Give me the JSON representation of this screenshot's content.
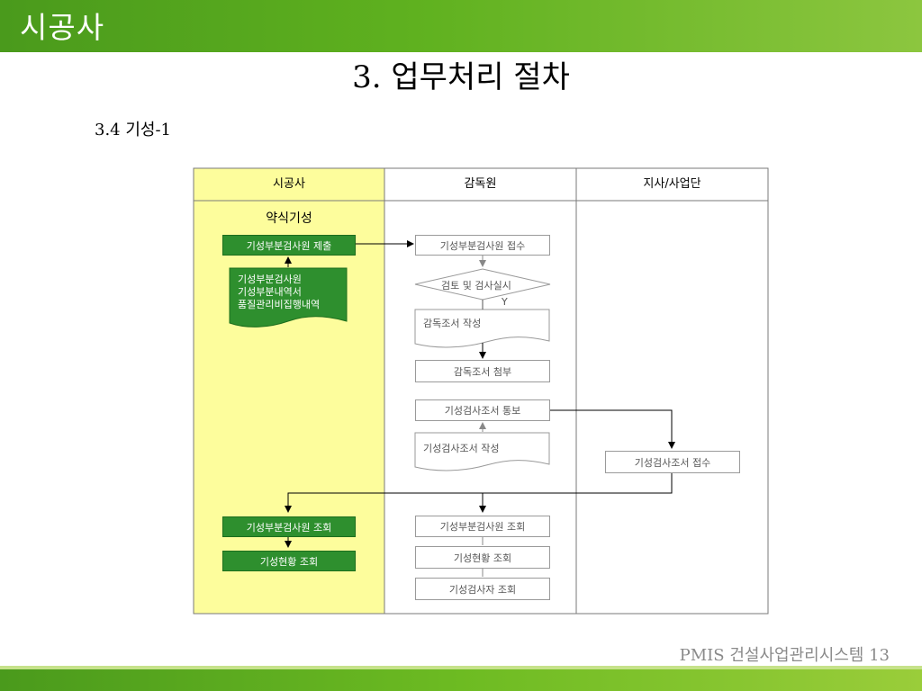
{
  "header": {
    "label": "시공사"
  },
  "title": "3. 업무처리 절차",
  "section": "3.4 기성-1",
  "lanes": [
    "시공사",
    "감독원",
    "지사/사업단"
  ],
  "contractor": {
    "subtitle": "약식기성",
    "submit": "기성부분검사원 제출",
    "docs": [
      "기성부분검사원",
      "기성부분내역서",
      "품질관리비집행내역"
    ],
    "query1": "기성부분검사원 조회",
    "query2": "기성현황 조회"
  },
  "supervisor": {
    "receive": "기성부분검사원 접수",
    "review": "검토 및 검사실시",
    "yes": "Y",
    "write_report": "감독조서 작성",
    "attach_report": "감독조서 첨부",
    "notify": "기성검사조서 통보",
    "write_inspection": "기성검사조서 작성",
    "query1": "기성부분검사원  조회",
    "query2": "기성현황  조회",
    "query3": "기성검사자  조회"
  },
  "branch": {
    "receive": "기성검사조서 접수"
  },
  "footer": "PMIS 건설사업관리시스템 13",
  "colors": {
    "green_node": "#2e8f2e",
    "lane_yellow": "#fdfd9c",
    "header_green": "#5fb11f"
  }
}
